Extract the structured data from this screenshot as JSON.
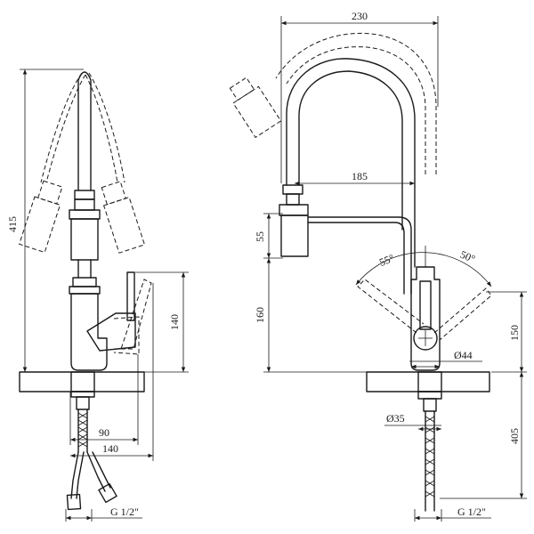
{
  "left_view": {
    "dims": {
      "total_height": "415",
      "lever_height": "140",
      "body_offset": "90",
      "lever_reach": "140",
      "thread": "G 1/2\""
    }
  },
  "right_view": {
    "dims": {
      "spout_span": "230",
      "spout_reach": "185",
      "head_height": "55",
      "outlet_height": "160",
      "body_height": "150",
      "body_diameter": "Ø44",
      "hole_diameter": "Ø35",
      "hose_length": "405",
      "swing_left": "55°",
      "swing_right": "50°",
      "thread": "G 1/2\""
    }
  }
}
